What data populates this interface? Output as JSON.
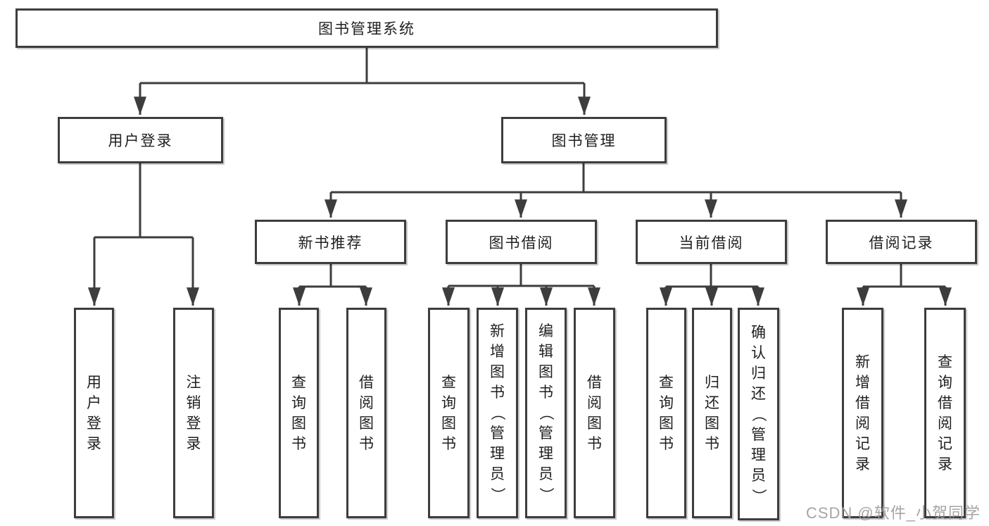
{
  "diagram": {
    "root": {
      "label": "图书管理系统"
    },
    "user_login": {
      "label": "用户登录",
      "children": [
        {
          "label": "用户登录"
        },
        {
          "label": "注销登录"
        }
      ]
    },
    "book_management": {
      "label": "图书管理",
      "sections": [
        {
          "label": "新书推荐",
          "children": [
            {
              "label": "查询图书"
            },
            {
              "label": "借阅图书"
            }
          ]
        },
        {
          "label": "图书借阅",
          "children": [
            {
              "label": "查询图书"
            },
            {
              "label": "新增图书（管理员）"
            },
            {
              "label": "编辑图书（管理员）"
            },
            {
              "label": "借阅图书"
            }
          ]
        },
        {
          "label": "当前借阅",
          "children": [
            {
              "label": "查询图书"
            },
            {
              "label": "归还图书"
            },
            {
              "label": "确认归还（管理员）"
            }
          ]
        },
        {
          "label": "借阅记录",
          "children": [
            {
              "label": "新增借阅记录"
            },
            {
              "label": "查询借阅记录"
            }
          ]
        }
      ]
    }
  },
  "watermark": {
    "text": "CSDN @软件_小贺同学"
  },
  "colors": {
    "line": "#3d3d3d",
    "box_border": "#3d3d3d",
    "box_fill": "#ffffff",
    "text": "#1f1f1f",
    "watermark": "#9e9e9e",
    "background": "#ffffff"
  }
}
